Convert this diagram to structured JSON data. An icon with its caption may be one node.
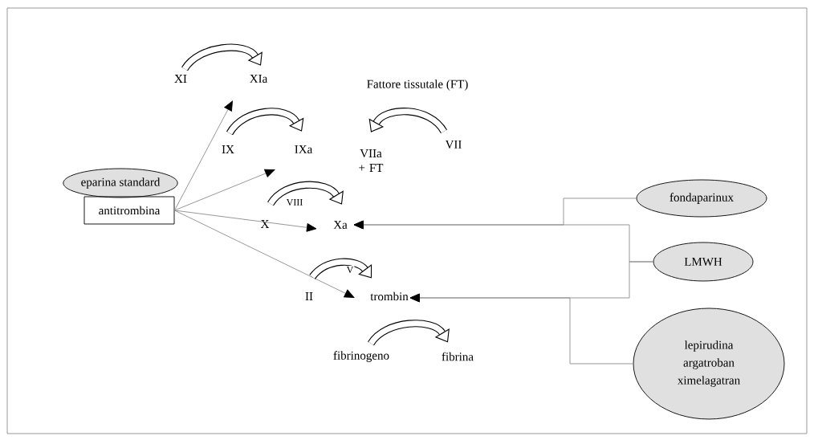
{
  "diagram": {
    "nodes": [
      {
        "text": [
          "eparina standard"
        ]
      },
      {
        "text": [
          "antitrombina"
        ]
      },
      {
        "text": [
          "XI"
        ]
      },
      {
        "text": [
          "XIa"
        ]
      },
      {
        "text": [
          "IX"
        ]
      },
      {
        "text": [
          "IXa"
        ]
      },
      {
        "text": [
          "VIIa + FT"
        ]
      },
      {
        "text": [
          "VII"
        ]
      },
      {
        "text": [
          "X"
        ]
      },
      {
        "text": [
          "Xa"
        ]
      },
      {
        "text": [
          "II"
        ]
      },
      {
        "text": [
          "trombin"
        ]
      },
      {
        "text": [
          "fibrinogeno"
        ]
      },
      {
        "text": [
          "fibrina"
        ]
      },
      {
        "text": [
          "fondaparinux"
        ]
      },
      {
        "text": [
          "LMWH"
        ]
      },
      {
        "text": [
          "lepirudina",
          "argatroban",
          "ximelagatran"
        ]
      }
    ],
    "edges": [
      {
        "from": 1,
        "to": 3,
        "arrow": "to"
      },
      {
        "from": 1,
        "to": 5,
        "arrow": "to"
      },
      {
        "from": 1,
        "to": 9,
        "arrow": "to"
      },
      {
        "from": 1,
        "to": 11,
        "arrow": "to"
      },
      {
        "from": 14,
        "to": 9,
        "arrow": "to"
      },
      {
        "from": 15,
        "to": 9,
        "arrow": "to"
      },
      {
        "from": 15,
        "to": 11,
        "arrow": "to"
      },
      {
        "from": 16,
        "to": 11,
        "arrow": "to"
      },
      {
        "from": 2,
        "to": 3,
        "arrow": "to",
        "style": "thick",
        "color": "#000000"
      },
      {
        "from": 4,
        "to": 5,
        "arrow": "to",
        "style": "thick",
        "color": "#000000"
      },
      {
        "from": 7,
        "to": 6,
        "arrow": "to",
        "style": "thick",
        "color": "#000000"
      },
      {
        "from": 8,
        "to": 9,
        "arrow": "to",
        "label": "VIII",
        "style": "thick",
        "color": "#000000"
      },
      {
        "from": 10,
        "to": 11,
        "arrow": "to",
        "label": "V",
        "style": "thick",
        "color": "#000000"
      },
      {
        "from": 12,
        "to": 13,
        "arrow": "to",
        "style": "thick",
        "color": "#000000"
      }
    ],
    "labels": [
      "Fattore tissutale (FT)"
    ]
  }
}
